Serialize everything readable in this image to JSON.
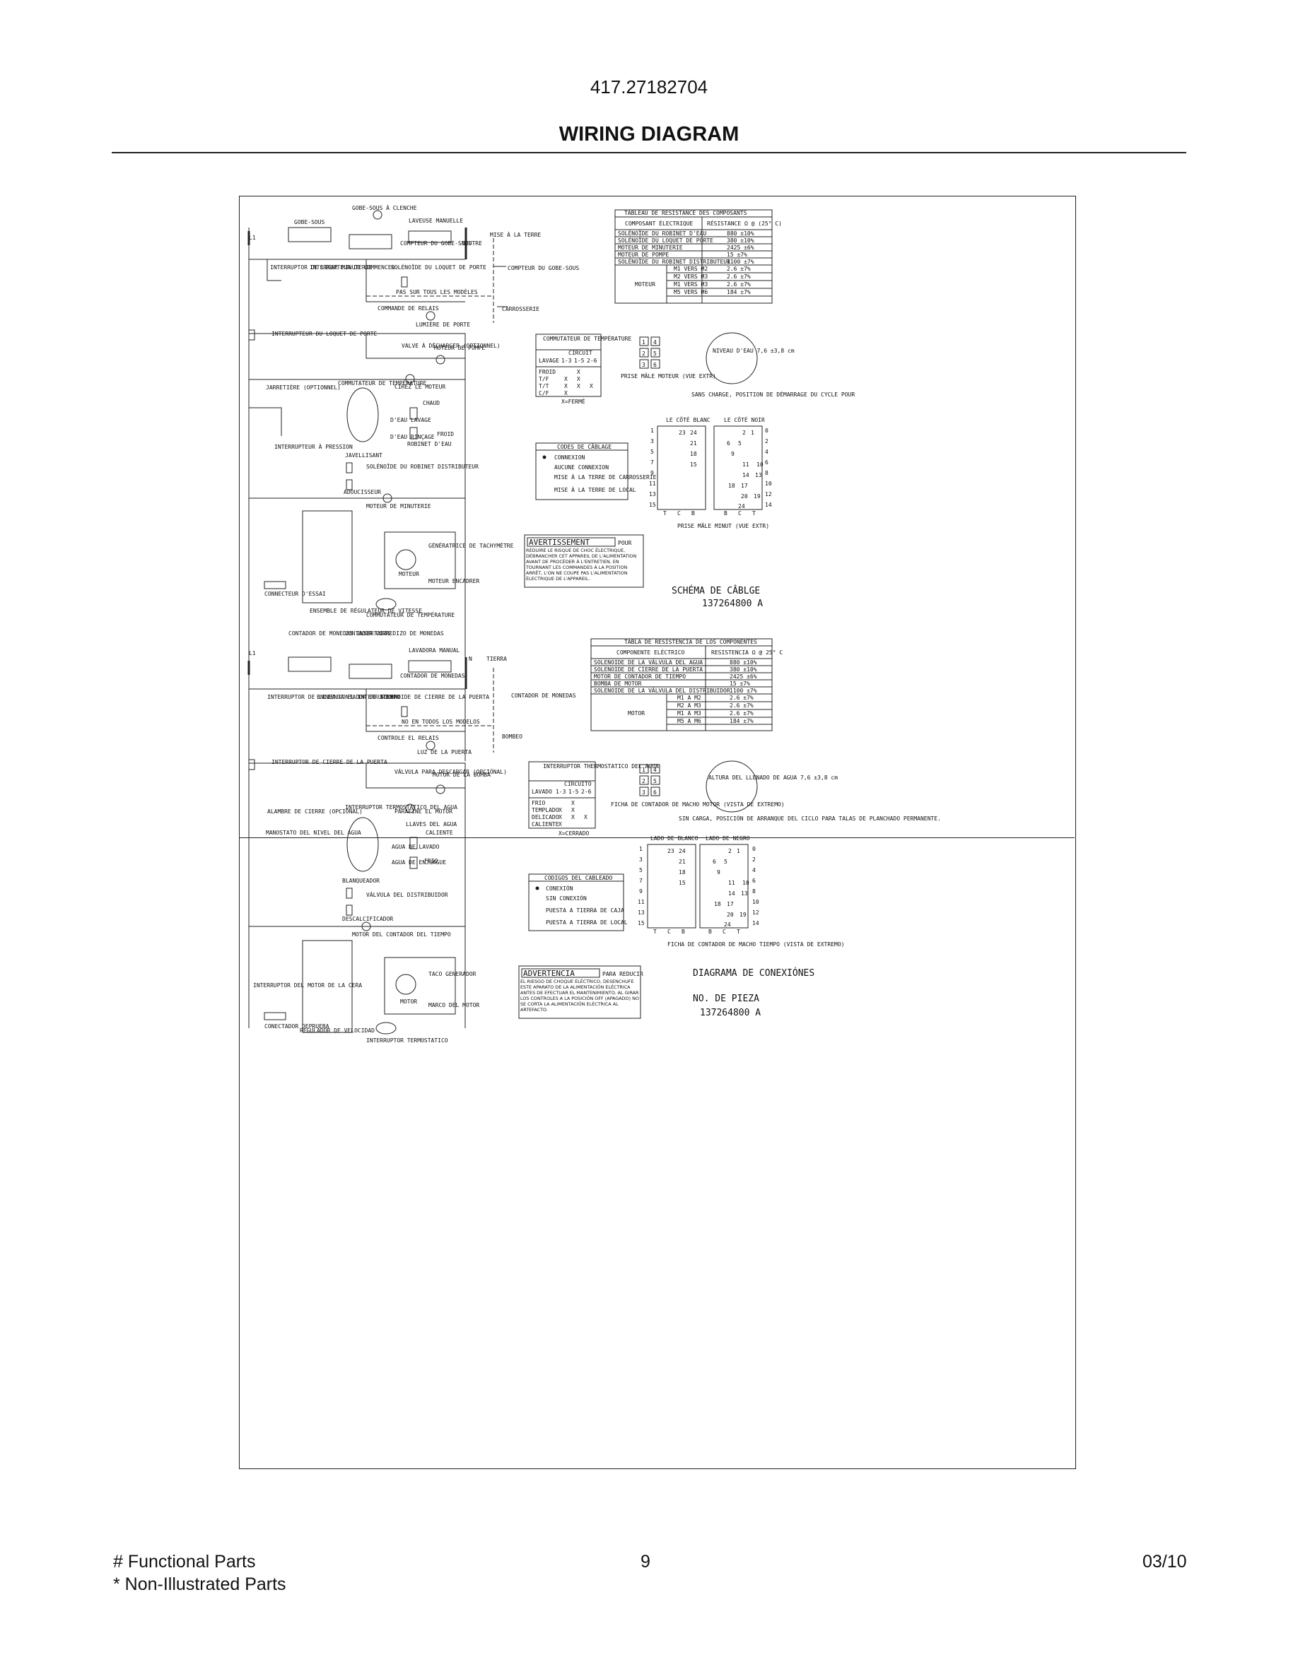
{
  "header": {
    "model": "417.27182704",
    "title": "WIRING DIAGRAM"
  },
  "footer": {
    "legend_functional": "# Functional Parts",
    "legend_non_illustrated": "* Non-Illustrated Parts",
    "page_number": "9",
    "date": "03/10"
  },
  "french": {
    "labels": {
      "l1": "L1",
      "neutre": "NEUTRE",
      "mise_terre": "MISE À LA TERRE",
      "gobe_sous": "GOBE-SOUS",
      "gobe_sous_clenche": "GOBE-SOUS À CLENCHE",
      "laveuse_manuelle": "LAVEUSE MANUELLE",
      "compteur_gobe_sous": "COMPTEUR DU GOBE-SOUS",
      "compteur_gobe_sous2": "COMPTEUR DU GOBE-SOUS",
      "interrupteur_ligne": "INTERRUPTOR DE LIGNE MINUTERIE",
      "interrupteur_commencer": "INTERRUPTEUR DE COMMENCER",
      "solenoide_loquet": "SOLÉNOÏDE DU LOQUET DE PORTE",
      "pas_sur_tous": "PAS SUR TOUS LES MODÈLES",
      "commande_relais": "COMMANDE DE RELAIS",
      "carrosserie": "CARROSSERIE",
      "lumiere_porte": "LUMIÈRE DE PORTE",
      "interrupteur_loquet": "INTERRUPTEUR DU LOQUET DE PORTE",
      "valve_decharger": "VALVE À DÉCHARGER (OPTIONNEL)",
      "moteur_pompe": "MOTEUR DE POMPE",
      "cirez_moteur": "CIREZ LE MOTEUR",
      "jarretiere": "JARRETIÈRE (OPTIONNEL)",
      "commutateur_temperature": "COMMUTATEUR DE TEMPÉRATURE",
      "chaud": "CHAUD",
      "froid": "FROID",
      "deau_lavage": "D'EAU LAVAGE",
      "deau_rincage": "D'EAU RINÇAGE",
      "robinet_deau": "ROBINET D'EAU",
      "interrupteur_pression": "INTERRUPTEUR À PRESSION",
      "javellisant": "JAVELLISANT",
      "solenoide_distributeur": "SOLÉNOÏDE DU ROBINET DISTRIBUTEUR",
      "adoucisseur": "ADOUCISSEUR",
      "moteur_minuterie": "MOTEUR DE MINUTERIE",
      "generatrice": "GÉNÉRATRICE DE TACHYMÈTRE",
      "moteur": "MOTEUR",
      "moteur_encadrer": "MOTEUR ENCADRER",
      "connecteur_essai": "CONNECTEUR D'ESSAI",
      "ensemble_regulateur": "ENSEMBLE DE RÉGULATEUR DE VITESSE",
      "commutateur_temp_bottom": "COMMUTATEUR DE TEMPÉRATURE"
    },
    "resistance_table": {
      "title": "TABLEAU DE RÉSISTANCE DES COMPOSANTS",
      "col1": "COMPOSANT ÉLECTRIQUE",
      "col2": "RÉSISTANCE Ω @ (25° C)",
      "rows": [
        [
          "SOLÉNOÏDE DU ROBINET D'EAU",
          "880 ±10%"
        ],
        [
          "SOLÉNOÏDE DU LOQUET DE PORTE",
          "380 ±10%"
        ],
        [
          "MOTEUR DE MINUTERIE",
          "2425 ±6%"
        ],
        [
          "MOTEUR DE POMPE",
          "15 ±7%"
        ],
        [
          "SOLÉNOÏDE DU ROBINET DISTRIBUTEUR",
          "1100 ±7%"
        ]
      ],
      "motor_label": "MOTEUR",
      "motor_rows": [
        [
          "M1 VERS M2",
          "2.6 ±7%"
        ],
        [
          "M2 VERS M3",
          "2.6 ±7%"
        ],
        [
          "M1 VERS M3",
          "2.6 ±7%"
        ],
        [
          "M5 VERS M6",
          "184 ±7%"
        ]
      ]
    },
    "temp_switch_table": {
      "title": "COMMUTATEUR DE TEMPÉRATURE",
      "circuit": "CIRCUIT",
      "lavage": "LAVAGE",
      "cols": [
        "1-3",
        "1-5",
        "2-6"
      ],
      "rows": [
        [
          "FROID",
          "",
          "X",
          ""
        ],
        [
          "T/F",
          "X",
          "X",
          ""
        ],
        [
          "T/T",
          "X",
          "X",
          "X"
        ],
        [
          "C/F",
          "X",
          "",
          ""
        ]
      ],
      "note": "X=FERMÉ"
    },
    "plug_motor": "PRISE MÂLE MOTEUR (VUE EXTR)",
    "water_level": "NIVEAU D'EAU 7,6 ±3,8 cm",
    "water_level_note": "SANS CHARGE, POSITION DE DÉMARRAGE DU CYCLE POUR",
    "codes": {
      "title": "CODES DE CÂBLAGE",
      "items": [
        "CONNEXION",
        "AUCUNE CONNEXION",
        "MISE À LA TERRE DE CARROSSERIE",
        "MISE À LA TERRE DE LOCAL"
      ]
    },
    "timer": {
      "side_white": "LE CÔTÉ BLANC",
      "side_black": "LE CÔTÉ NOIR",
      "title": "PRISE MÂLE MINUT (VUE EXTR)"
    },
    "warning": {
      "badge": "AVERTISSEMENT",
      "lead": "POUR",
      "text": "RÉDUIRE LE RISQUE DE CHOC ÉLECTRIQUE, DÉBRANCHER CET APPAREIL DE L'ALIMENTATION AVANT DE PROCÉDER À L'ENTRETIEN. EN TOURNANT LES COMMANDES À LA POSITION ARRÊT, L'ON NE COUPE PAS L'ALIMENTATION ÉLECTRIQUE DE L'APPAREIL."
    },
    "schema_title": "SCHÉMA DE CÂBLGE",
    "schema_number": "137264800 A"
  },
  "spanish": {
    "labels": {
      "l1": "L1",
      "n": "N",
      "tierra": "TIERRA",
      "contador_monedas_ins": "CONTADOR DE MONEDAS INSERTADAS",
      "contador_corredizo": "CONTADOR CORREDIZO DE MONEDAS",
      "lavadora_manual": "LAVADORA MANUAL",
      "contador_monedas": "CONTADOR DE MONEDAS",
      "contador_monedas2": "CONTADOR DE MONEDAS",
      "interruptor_linea": "INTERRUPTOR DE LINEA CONTADOR DE TIEMPO",
      "encienda": "ENCIENDA EL INTERRUPTOR",
      "solenoide_cierre": "SOLENOIDE DE CIERRE DE LA PUERTA",
      "no_en_todos": "NO EN TODOS LOS MODELOS",
      "controle_relais": "CONTROLE EL RELAIS",
      "bombeo": "BOMBEO",
      "luz_puerta": "LUZ DE LA PUERTA",
      "interruptor_cierre": "INTERRUPTOR DE CIERRE DE LA PUERTA",
      "valvula_descargar": "VÁLVULA PARA DESCARGAR (OPCIÓNAL)",
      "motor_bomba": "MOTOR DE LA BOMBA",
      "parafine_motor": "PARAFINE EL MOTOR",
      "alambre_cierre": "ALAMBRE DE CIERRE (OPCIÓNAL)",
      "interruptor_termostatico": "INTERRUPTOR TERMOSTATICO DEL AGUA",
      "llaves": "LLAVES DEL AGUA",
      "caliente": "CALIENTE",
      "frio": "FRIO",
      "agua_lavado": "AGUA DE LAVADO",
      "agua_enjuague": "AGUA DE ENJUAGUE",
      "manostato": "MANOSTATO DEL NIVEL DEL AGUA",
      "blanqueador": "BLANQUEADOR",
      "valvula_distribuidor": "VÁLVULA DEL DISTRIBUIDOR",
      "descalcificador": "DESCALCIFICADOR",
      "motor_contador": "MOTOR DEL CONTADOR DEL TIEMPO",
      "taco_generador": "TACO GENERADOR",
      "motor": "MOTOR",
      "marco_motor": "MARCO DEL MOTOR",
      "interruptor_motor": "INTERRUPTOR DEL MOTOR DE LA CERA",
      "conectador": "CONECTADOR DEPRUEBA",
      "regulador": "REGULADOR DE VELOCIDAD",
      "interruptor_term_bottom": "INTERRUPTOR TERMOSTATICO"
    },
    "resistance_table": {
      "title": "TABLA DE RESISTENCIA DE LOS COMPONENTES",
      "col1": "COMPONENTE ELÉCTRICO",
      "col2": "RESISTENCIA Ω @ 25° C",
      "rows": [
        [
          "SOLENOIDE DE LA VÁLVULA DEL AGUA",
          "880 ±10%"
        ],
        [
          "SOLENOIDE DE CIERRE DE LA PUERTA",
          "380 ±10%"
        ],
        [
          "MOTOR DE CONTADOR DE TIEMPO",
          "2425 ±6%"
        ],
        [
          "BOMBA DE MOTOR",
          "15 ±7%"
        ],
        [
          "SOLENOIDE DE LA VÁLVULA DEL DISTRIBUIDOR",
          "1100 ±7%"
        ]
      ],
      "motor_label": "MOTOR",
      "motor_rows": [
        [
          "M1 A M2",
          "2.6 ±7%"
        ],
        [
          "M2 A M3",
          "2.6 ±7%"
        ],
        [
          "M1 A M3",
          "2.6 ±7%"
        ],
        [
          "M5 A M6",
          "184 ±7%"
        ]
      ]
    },
    "temp_switch_table": {
      "title": "INTERRUPTOR THERMOSTATICO DEL AGUA",
      "circuit": "CIRCUITO",
      "lavage": "LAVADO",
      "cols": [
        "1-3",
        "1-5",
        "2-6"
      ],
      "rows": [
        [
          "FRIO",
          "",
          "X",
          ""
        ],
        [
          "TEMPLADO",
          "X",
          "X",
          ""
        ],
        [
          "DELICADO",
          "X",
          "X",
          "X"
        ],
        [
          "CALIENTE",
          "X",
          "",
          ""
        ]
      ],
      "note": "X=CERRADO"
    },
    "plug_motor": "FICHA DE CONTADOR DE MACHO MOTOR (VISTA DE EXTREMO)",
    "water_level": "ALTURA DEL LLENADO DE AGUA 7,6 ±3,8 cm",
    "water_level_note": "SIN CARGA, POSICIÓN DE ARRANQUE DEL CICLO PARA TALAS DE PLANCHADO PERMANENTE.",
    "codes": {
      "title": "CODIGOS DEL CABLEADO",
      "items": [
        "CONEXIÓN",
        "SIN CONEXIÓN",
        "PUESTA A TIERRA DE CAJA",
        "PUESTA A TIERRA DE LOCAL"
      ]
    },
    "timer": {
      "side_white": "LADO DE BLANCO",
      "side_black": "LADO DE NEGRO",
      "title": "FICHA DE CONTADOR DE MACHO TIEMPO (VISTA DE EXTREMO)"
    },
    "warning": {
      "badge": "ADVERTENCIA",
      "lead": "PARA REDUCIR",
      "text": "EL RIESGO DE CHOQUE ELÉCTRICO, DESENCHUFE ESTE APARATO DE LA ALIMENTACIÓN ELÉCTRICA ANTES DE EFECTUAR EL MANTENIMIENTO. AL GIRAR LOS CONTROLES A LA POSICIÓN OFF (APAGADO) NO SE CORTA LA ALIMENTACIÓN ELÉCTRICA AL ARTEFACTO."
    },
    "schema_title": "DIAGRAMA DE CONEXIÓNES",
    "schema_part": "NO. DE PIEZA",
    "schema_number": "137264800 A"
  },
  "timer_pins": {
    "left_rows": [
      "1",
      "3",
      "5",
      "7",
      "9",
      "11",
      "13",
      "15"
    ],
    "right_rows": [
      "0",
      "2",
      "4",
      "6",
      "8",
      "10",
      "12",
      "14"
    ],
    "left_cols": [
      "T",
      "C",
      "B"
    ],
    "right_cols": [
      "B",
      "C",
      "T"
    ],
    "left_numbers": [
      "23",
      "24",
      "21",
      "18",
      "15"
    ],
    "right_numbers": [
      "2",
      "1",
      "6",
      "5",
      "9",
      "11",
      "10",
      "14",
      "13",
      "18",
      "17",
      "20",
      "19",
      "24"
    ]
  },
  "motor_plug_pins": [
    "1",
    "4",
    "2",
    "5",
    "3",
    "6"
  ]
}
